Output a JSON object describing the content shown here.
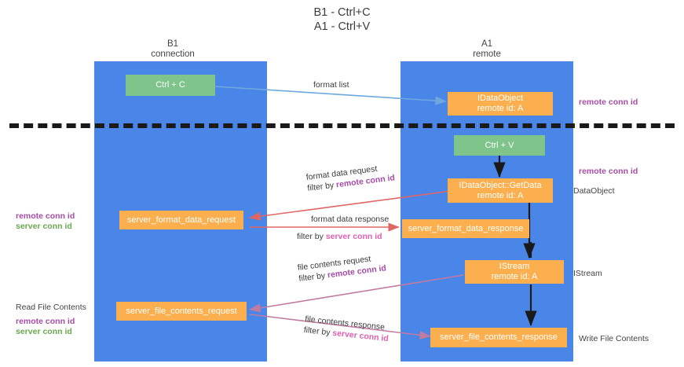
{
  "title": {
    "line1": "B1 - Ctrl+C",
    "line2": "A1 - Ctrl+V"
  },
  "colors": {
    "lane": "#4a86e8",
    "green_box": "#7fc58b",
    "orange_box": "#fcaf4e",
    "remote_conn_id": "#a64ca6",
    "server_conn_id": "#6aa84f",
    "server_conn_id_pink": "#e060b0",
    "arrow_blue": "#6fa8dc",
    "arrow_red": "#e06666",
    "arrow_purple": "#c27ba0",
    "arrow_black": "#1a1a1a",
    "divider": "#1a1a1a"
  },
  "lanes": [
    {
      "name": "B1",
      "subtitle": "connection"
    },
    {
      "name": "A1",
      "subtitle": "remote"
    }
  ],
  "boxes": {
    "ctrl_c": "Ctrl + C",
    "ctrl_v": "Ctrl + V",
    "idataobject_l1": "IDataObject",
    "idataobject_l2": "remote id: A",
    "getdata_l1": "IDataObject::GetData",
    "getdata_l2": "remote id: A",
    "istream_l1": "IStream",
    "istream_l2": "remote id: A",
    "server_format_data_request": "server_format_data_request",
    "server_format_data_response": "server_format_data_response",
    "server_file_contents_request": "server_file_contents_request",
    "server_file_contents_response": "server_file_contents_response"
  },
  "annotations": {
    "format_list": "format list",
    "format_data_request": "format data request",
    "format_data_request_filter_prefix": "filter by ",
    "format_data_request_filter_key": "remote conn id",
    "format_data_response": "format data response",
    "format_data_response_filter_prefix": "filter by ",
    "format_data_response_filter_key": "server conn id",
    "file_contents_request": "file contents request",
    "file_contents_request_filter_prefix": "filter by ",
    "file_contents_request_filter_key": "remote conn id",
    "file_contents_response": "file contents response",
    "file_contents_response_filter_prefix": "filter by ",
    "file_contents_response_filter_key": "server conn id"
  },
  "side_labels": {
    "right_remote_conn_id_top": "remote conn id",
    "right_remote_conn_id_mid": "remote conn id",
    "right_dataobject": "DataObject",
    "right_istream": "IStream",
    "right_write_file_contents": "Write File Contents",
    "left_remote_conn_id_mid": "remote conn id",
    "left_server_conn_id_mid": "server conn id",
    "left_read_file_contents": "Read File Contents",
    "left_remote_conn_id_bottom": "remote conn id",
    "left_server_conn_id_bottom": "server conn id"
  }
}
